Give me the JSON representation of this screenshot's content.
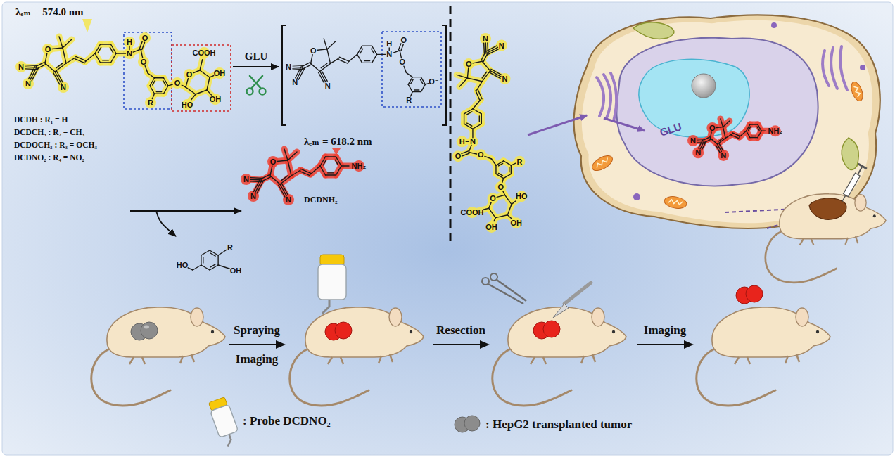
{
  "diagram": {
    "nodes": [
      {
        "text": [
          "λₑₘ = 574.0 nm",
          "N",
          "N",
          "O",
          "N",
          "H",
          "N",
          "O",
          "O",
          "R",
          "O",
          "O",
          "COOH",
          "OH",
          "OH",
          "HO",
          "DCDH : R₁ = H",
          "DCDCH₃ : R₂ = CH₃",
          "DCDOCH₃ : R₃ = OCH₃",
          "DCDNO₂ : R₄ = NO₂"
        ]
      },
      {
        "text": [
          "N",
          "N",
          "O",
          "N",
          "H",
          "N",
          "O",
          "O",
          "R",
          "O⁻"
        ]
      },
      {
        "text": [
          "λₑₘ = 618.2 nm",
          "N",
          "N",
          "O",
          "N",
          "NH₂",
          "DCDNH₂"
        ]
      },
      {
        "text": [
          "HO",
          "R",
          "OH"
        ]
      }
    ],
    "edges": [
      {
        "from": 0,
        "to": 1,
        "label": "GLU",
        "arrow": "to"
      },
      {
        "from": 0,
        "to": 2,
        "arrow": "to"
      },
      {
        "from": 0,
        "to": 3,
        "arrow": "to"
      }
    ],
    "labels": [
      "N",
      "N",
      "O",
      "N",
      "H",
      "N",
      "O",
      "O",
      "R",
      "O",
      "O",
      "COOH",
      "OH",
      "OH",
      "HO",
      "GLU",
      "N",
      "N",
      "O",
      "N",
      "NH₂",
      "Spraying",
      "Imaging",
      "Resection",
      "Imaging"
    ],
    "legend": [
      {
        "text": ": Probe DCDNO₂"
      },
      {
        "text": ": HepG2 transplanted tumor"
      }
    ]
  }
}
